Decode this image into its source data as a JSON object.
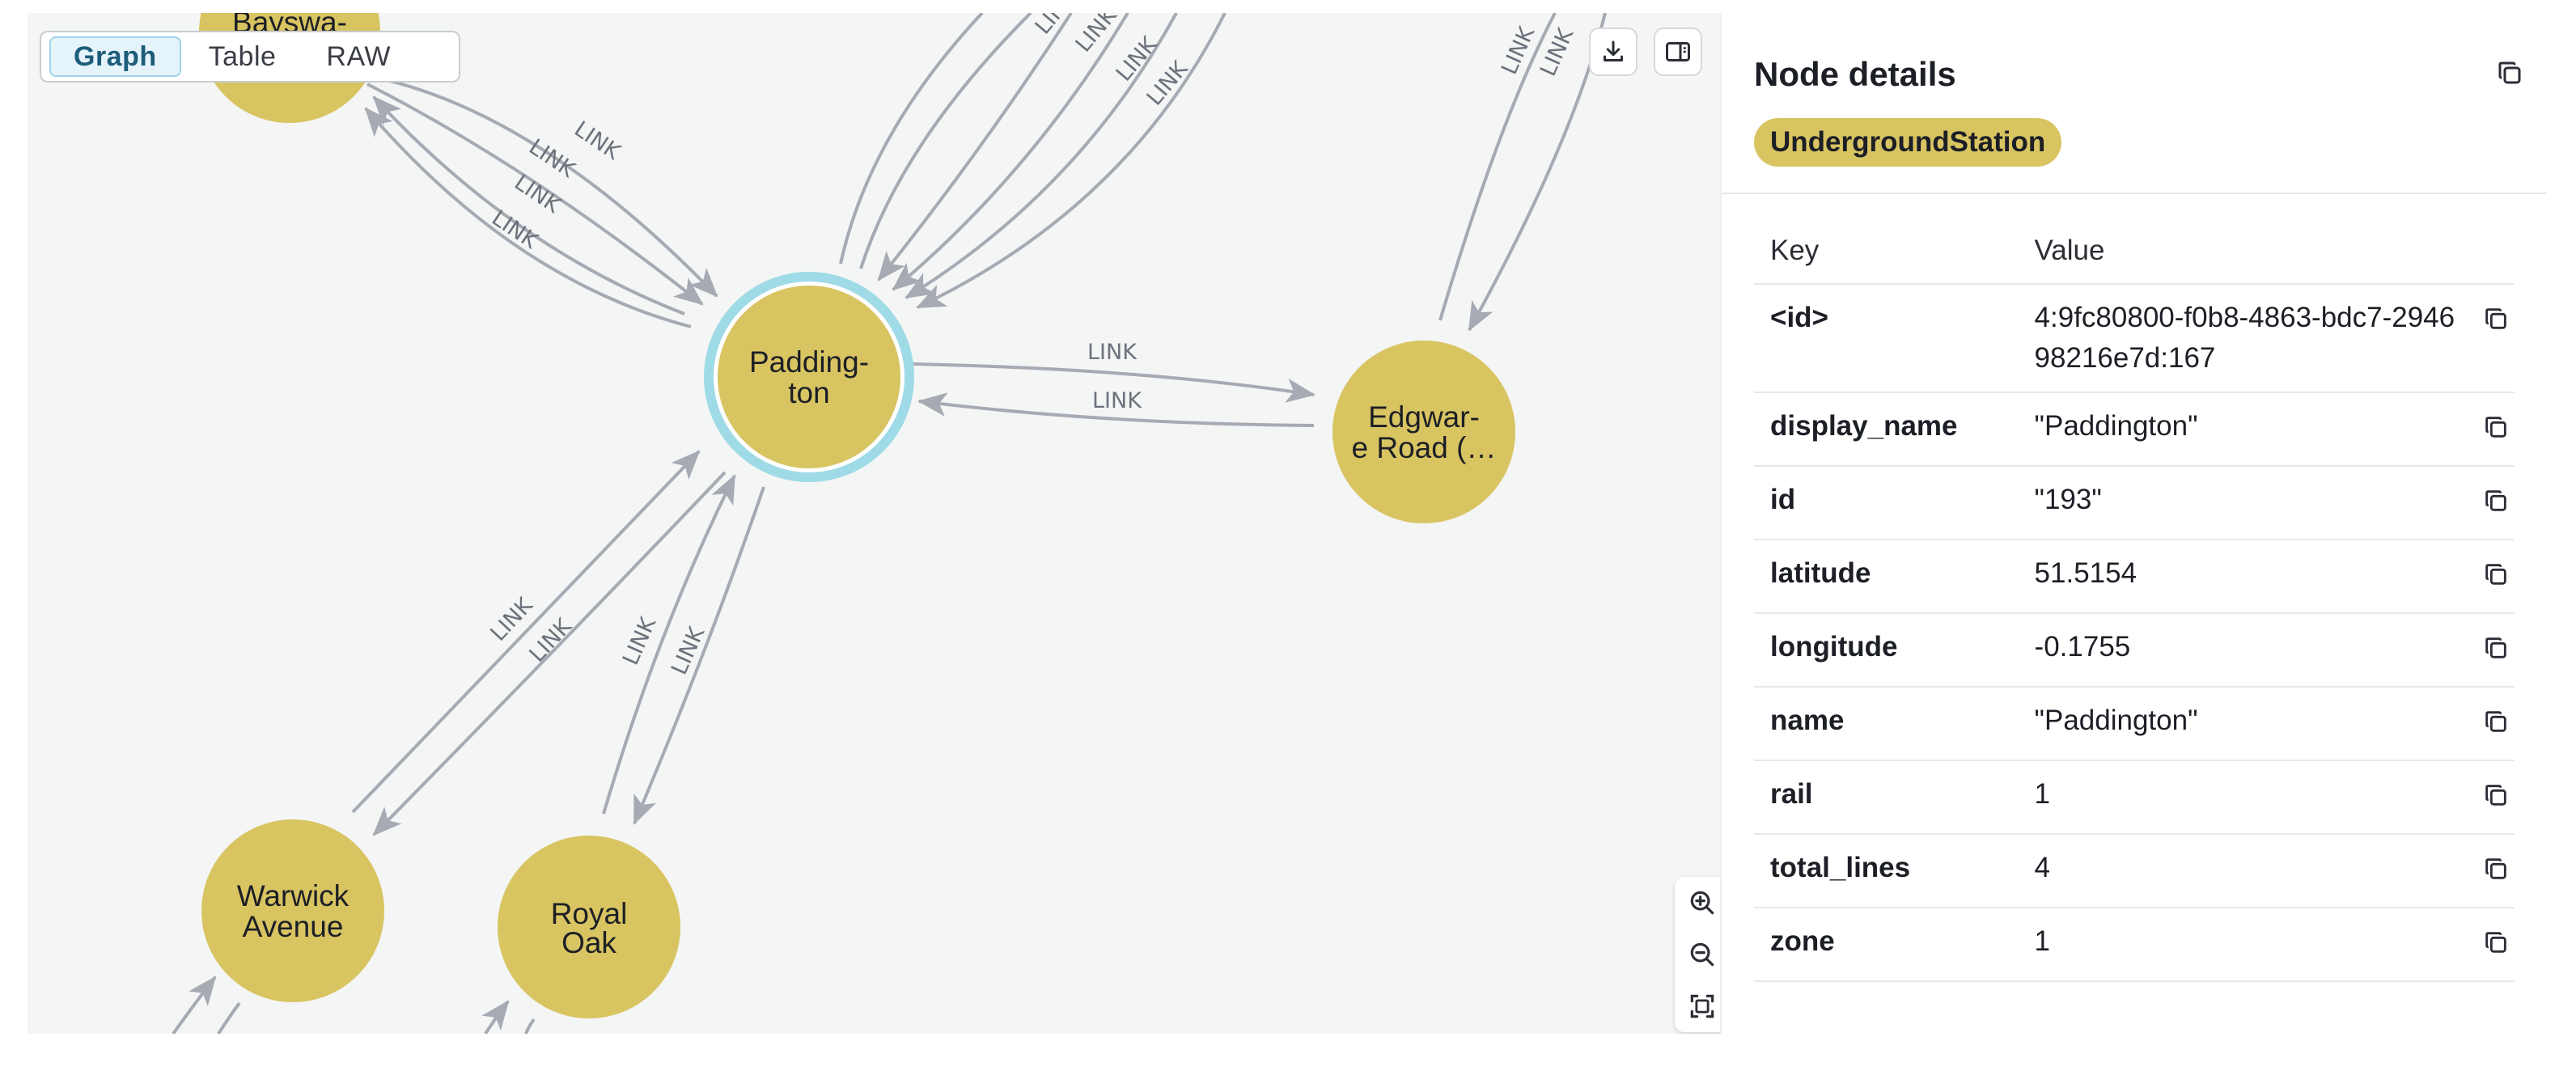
{
  "view_toggle": {
    "graph": "Graph",
    "table": "Table",
    "raw": "RAW",
    "active": "Graph"
  },
  "graph": {
    "edge_label": "LINK",
    "nodes": {
      "paddington": {
        "line1": "Padding-",
        "line2": "ton",
        "selected": true
      },
      "edgware": {
        "line1": "Edgwar-",
        "line2": "e Road (…"
      },
      "warwick": {
        "line1": "Warwick",
        "line2": "Avenue"
      },
      "royal_oak": {
        "line1": "Royal",
        "line2": "Oak"
      },
      "bayswater": {
        "line1": "Bayswa-"
      }
    },
    "colors": {
      "node": "#d9c462",
      "selection_ring": "#9fdbe6",
      "edge": "#a7a9b3",
      "canvas": "#f4f5f5"
    }
  },
  "icons": {
    "download": "download-icon",
    "toggle_panel": "sidebar-toggle-icon",
    "zoom_in": "zoom-in-icon",
    "zoom_out": "zoom-out-icon",
    "fit": "fit-to-screen-icon",
    "copy": "copy-icon"
  },
  "panel": {
    "title": "Node details",
    "label": "UndergroundStation",
    "headers": {
      "key": "Key",
      "value": "Value"
    },
    "properties": [
      {
        "key": "<id>",
        "value": "4:9fc80800-f0b8-4863-bdc7-294698216e7d:167"
      },
      {
        "key": "display_name",
        "value": "\"Paddington\""
      },
      {
        "key": "id",
        "value": "\"193\""
      },
      {
        "key": "latitude",
        "value": "51.5154"
      },
      {
        "key": "longitude",
        "value": "-0.1755"
      },
      {
        "key": "name",
        "value": "\"Paddington\""
      },
      {
        "key": "rail",
        "value": "1"
      },
      {
        "key": "total_lines",
        "value": "4"
      },
      {
        "key": "zone",
        "value": "1"
      }
    ]
  }
}
